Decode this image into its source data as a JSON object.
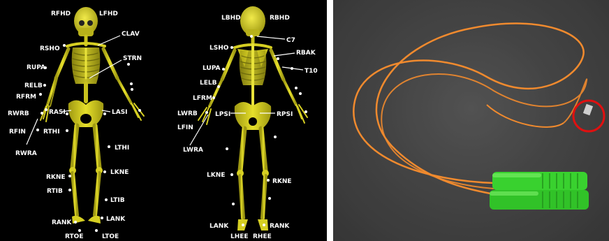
{
  "front_view": {
    "labels": {
      "rfhd": "RFHD",
      "lfhd": "LFHD",
      "clav": "CLAV",
      "rsho": "RSHO",
      "strn": "STRN",
      "rupa": "RUPA",
      "relb": "RELB",
      "rfrm": "RFRM",
      "rasi": "RASI",
      "lasi": "LASI",
      "rwrb": "RWRB",
      "rthi": "RTHI",
      "rfin": "RFIN",
      "rwra": "RWRA",
      "lthi": "LTHI",
      "rkne": "RKNE",
      "lkne": "LKNE",
      "rtib": "RTIB",
      "ltib": "LTIB",
      "rank": "RANK",
      "lank": "LANK",
      "rtoe": "RTOE",
      "ltoe": "LTOE"
    }
  },
  "back_view": {
    "labels": {
      "lbhd": "LBHD",
      "rbhd": "RBHD",
      "c7": "C7",
      "lsho": "LSHO",
      "rbak": "RBAK",
      "lupa": "LUPA",
      "t10": "T10",
      "lelb": "LELB",
      "lfrm": "LFRM",
      "lwrb": "LWRB",
      "lpsi": "LPSI",
      "rpsi": "RPSI",
      "lfin": "LFIN",
      "lwra": "LWRA",
      "lkne": "LKNE",
      "rkne": "RKNE",
      "lank": "LANK",
      "rank": "RANK",
      "lhee": "LHEE",
      "rhee": "RHEE"
    }
  },
  "colors": {
    "left_background": "#000000",
    "bone": "#d9d21e",
    "bone_dark": "#8a8612",
    "marker": "#ffffff",
    "rope": "#f08a2e",
    "handle": "#39d12f",
    "highlight_circle": "#e01010",
    "mat": "#444444"
  }
}
